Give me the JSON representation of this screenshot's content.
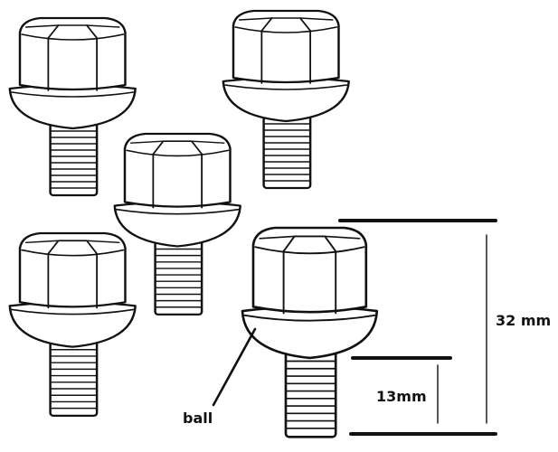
{
  "labels": {
    "overall_length": "32 mm",
    "thread_length": "13mm",
    "ball": "ball"
  },
  "colors": {
    "ink": "#111111",
    "background": "#ffffff"
  }
}
